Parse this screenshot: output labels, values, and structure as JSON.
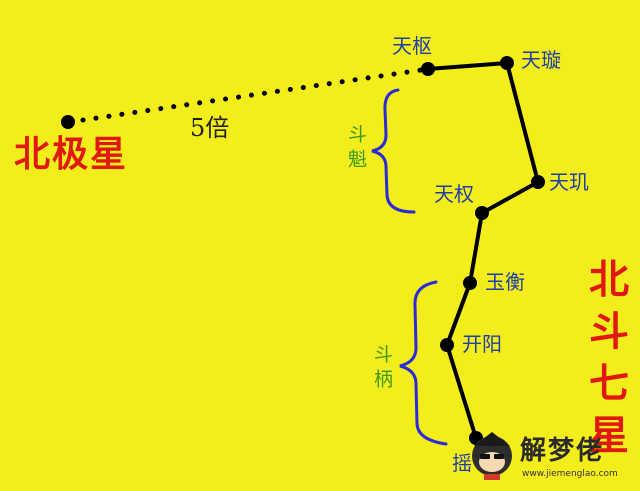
{
  "polaris": {
    "label": "北极星"
  },
  "distance_label": "5倍",
  "title": "北斗七星",
  "stars": [
    {
      "id": "tianshu",
      "label": "天枢"
    },
    {
      "id": "tianxuan",
      "label": "天璇"
    },
    {
      "id": "tianji",
      "label": "天玑"
    },
    {
      "id": "tianquan",
      "label": "天权"
    },
    {
      "id": "yuheng",
      "label": "玉衡"
    },
    {
      "id": "kaiyang",
      "label": "开阳"
    },
    {
      "id": "yaoguang",
      "label": "摇"
    }
  ],
  "groups": [
    {
      "id": "doukui",
      "label": "斗魁"
    },
    {
      "id": "doubing",
      "label": "斗柄"
    }
  ],
  "watermark": {
    "text": "解梦佬",
    "url": "www.jiemenglao.com"
  },
  "colors": {
    "background": "#f3ee1b",
    "star_label": "#1f3fa6",
    "group_label": "#3c9a1c",
    "title": "#e01810",
    "bracket": "#2b2bd6",
    "line": "#000000"
  }
}
